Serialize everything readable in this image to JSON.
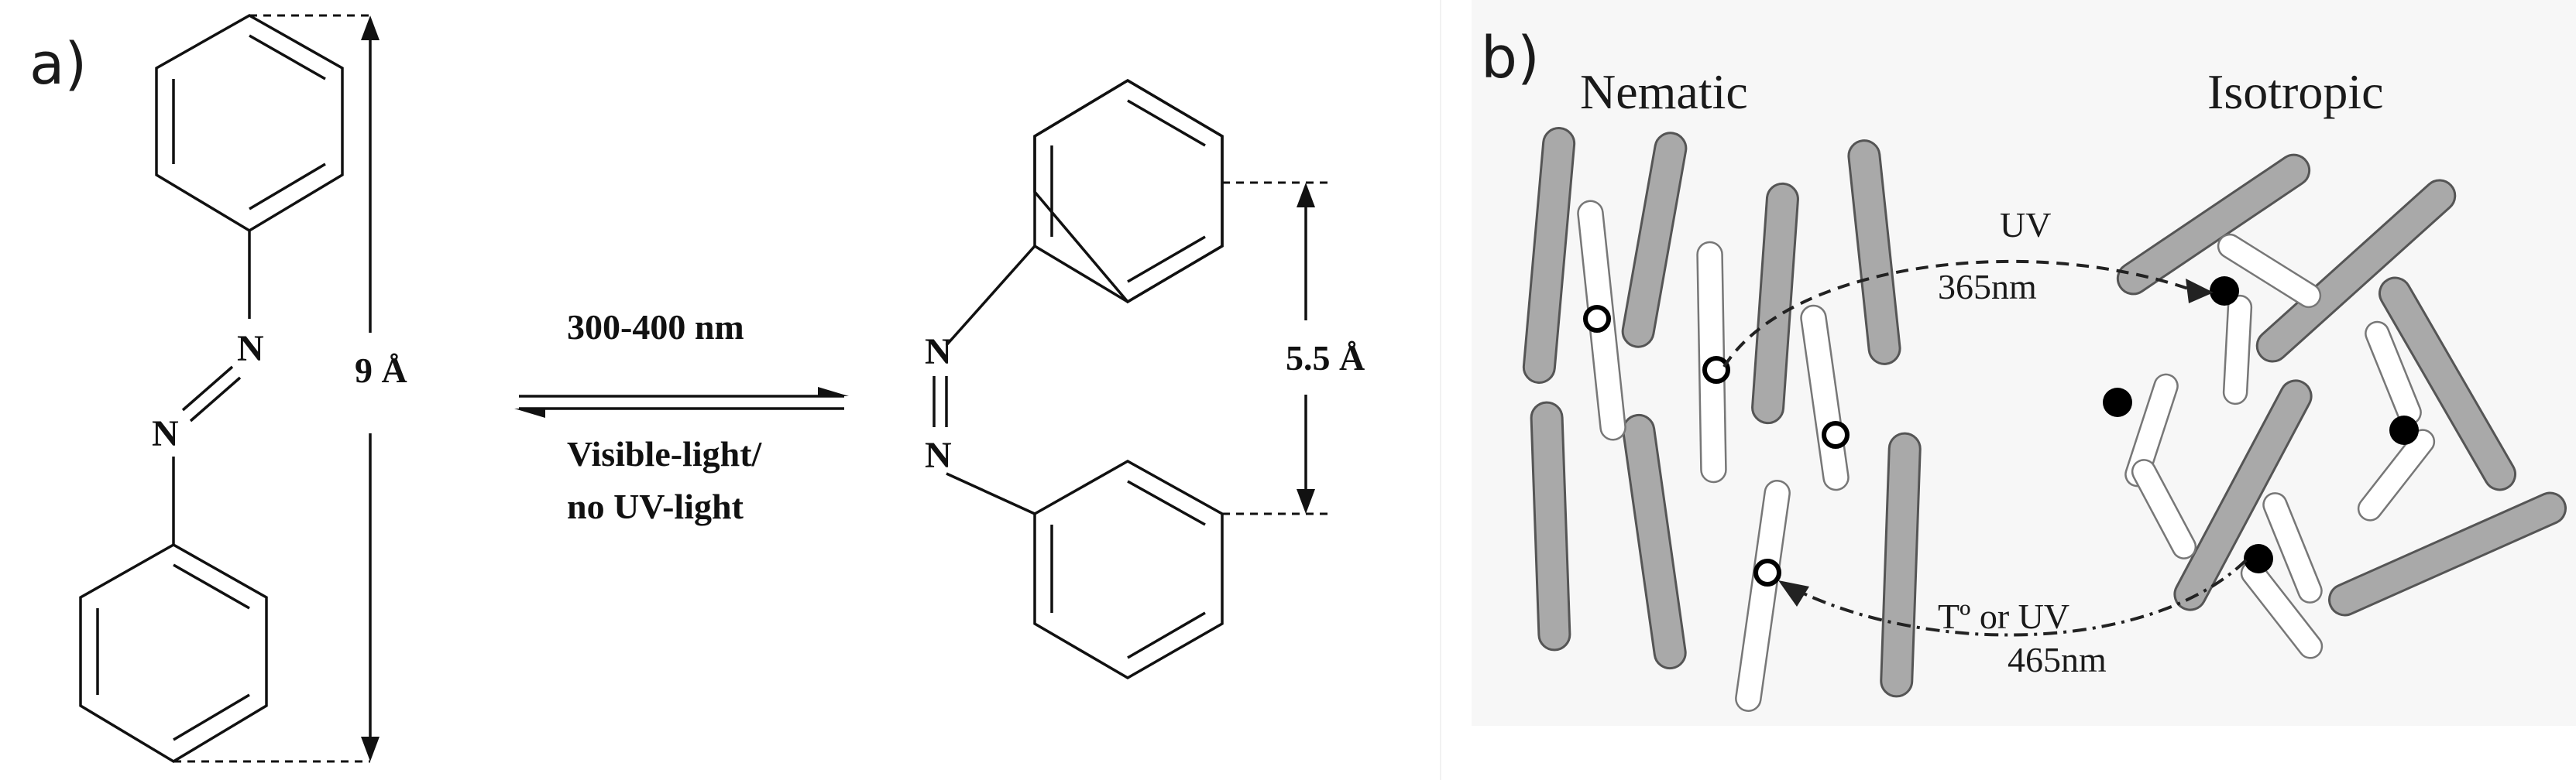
{
  "panel_a": {
    "label": "a)",
    "trans_dimension": "9 Å",
    "cis_dimension": "5.5 Å",
    "nitrogen_symbol": "N",
    "forward_condition": "300-400 nm",
    "reverse_condition_line1": "Visible-light/",
    "reverse_condition_line2": "no UV-light"
  },
  "panel_b": {
    "label": "b)",
    "nematic_label": "Nematic",
    "isotropic_label": "Isotropic",
    "uv_label": "UV",
    "uv_wavelength": "365nm",
    "reverse_label": "Tº or UV",
    "reverse_wavelength": "465nm"
  }
}
